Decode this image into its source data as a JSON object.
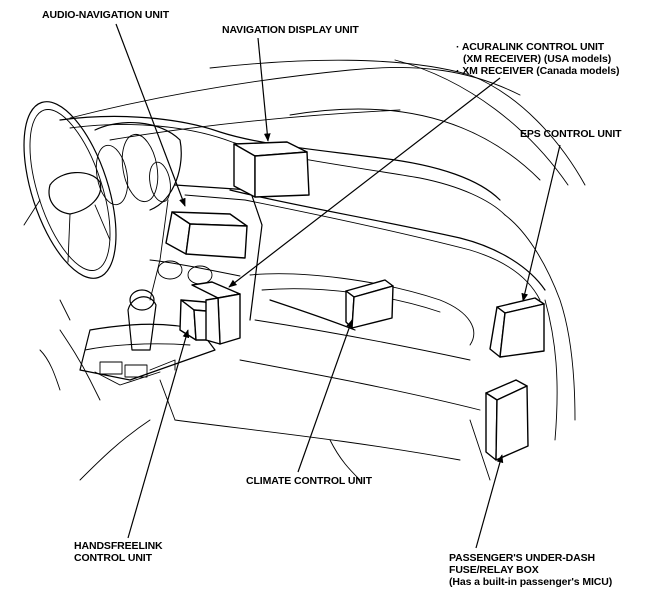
{
  "labels": {
    "audio_navigation": "AUDIO-NAVIGATION UNIT",
    "navigation_display": "NAVIGATION DISPLAY UNIT",
    "acuralink_line1": "· ACURALINK CONTROL UNIT",
    "acuralink_line2": "(XM RECEIVER) (USA models)",
    "acuralink_line3": "· XM RECEIVER (Canada models)",
    "eps_control": "EPS CONTROL UNIT",
    "climate_control": "CLIMATE CONTROL UNIT",
    "handsfreelink_line1": "HANDSFREELINK",
    "handsfreelink_line2": "CONTROL UNIT",
    "fuse_box_line1": "PASSENGER'S UNDER-DASH",
    "fuse_box_line2": "FUSE/RELAY BOX",
    "fuse_box_line3": "(Has a built-in passenger's MICU)"
  }
}
